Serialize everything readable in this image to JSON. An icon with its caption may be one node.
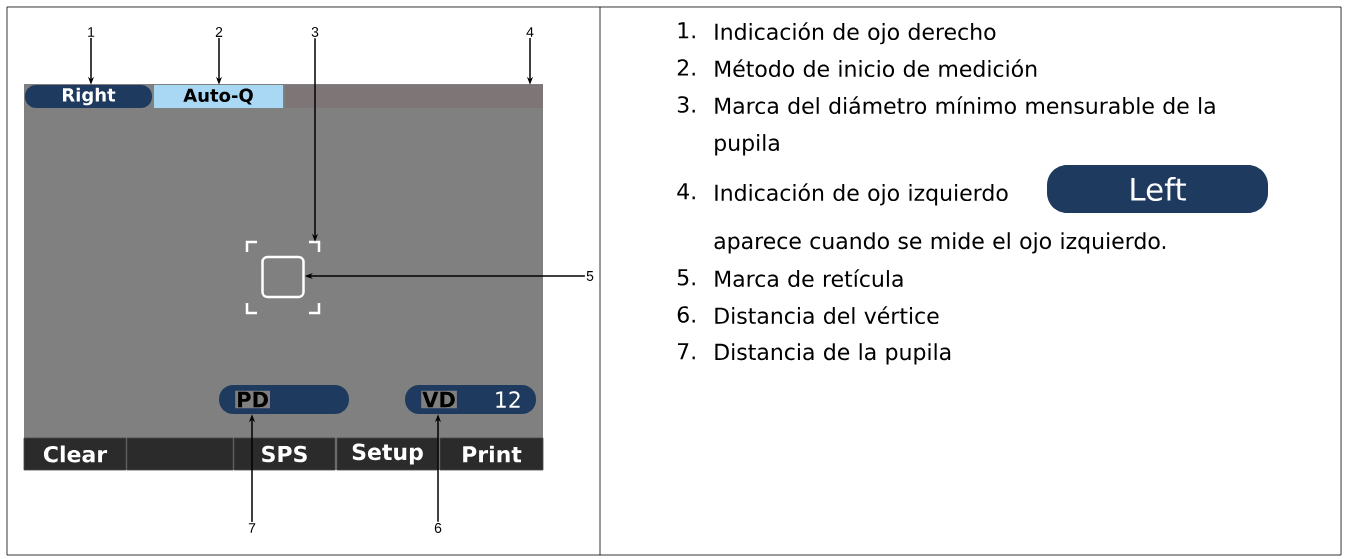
{
  "diagram": {
    "nodes": [
      {
        "text": [
          "1"
        ]
      },
      {
        "text": [
          "2"
        ]
      },
      {
        "text": [
          "3"
        ]
      },
      {
        "text": [
          "4"
        ]
      },
      {
        "text": [
          "Right"
        ]
      },
      {
        "text": [
          "Auto-Q"
        ]
      },
      {
        "text": [],
        "shape": "bar"
      },
      {
        "text": [],
        "shape": "box"
      },
      {
        "text": [],
        "shape": "box",
        "in": 7
      },
      {
        "text": [
          "5"
        ]
      },
      {
        "text": [
          "PD"
        ]
      },
      {
        "text": [
          "VD",
          "12"
        ]
      },
      {
        "text": [
          "7"
        ]
      },
      {
        "text": [
          "6"
        ]
      },
      {
        "text": [
          "Clear"
        ]
      },
      {
        "text": [],
        "shape": "box"
      },
      {
        "text": [
          "SPS"
        ]
      },
      {
        "text": [
          "Setup"
        ]
      },
      {
        "text": [
          "Print"
        ]
      },
      {
        "text": [
          "Left"
        ]
      }
    ],
    "edges": [
      {
        "from": 0,
        "to": 4,
        "arrow": "to"
      },
      {
        "from": 1,
        "to": 5,
        "arrow": "to"
      },
      {
        "from": 2,
        "to": 7,
        "arrow": "to"
      },
      {
        "from": 3,
        "to": 6,
        "arrow": "to"
      },
      {
        "from": 9,
        "to": 8,
        "arrow": "to"
      },
      {
        "from": 12,
        "to": 10,
        "arrow": "to"
      },
      {
        "from": 13,
        "to": 11,
        "arrow": "to"
      }
    ],
    "labels": [
      "1.",
      "Indicación de ojo derecho",
      "2.",
      "Método de inicio de medición",
      "3.",
      "Marca del diámetro mínimo mensurable de la pupila",
      "4.",
      "Indicación de ojo izquierdo",
      "aparece cuando se mide el ojo izquierdo.",
      "5.",
      "Marca de retícula",
      "6.",
      "Distancia del vértice",
      "7.",
      "Distancia de la pupila"
    ]
  }
}
